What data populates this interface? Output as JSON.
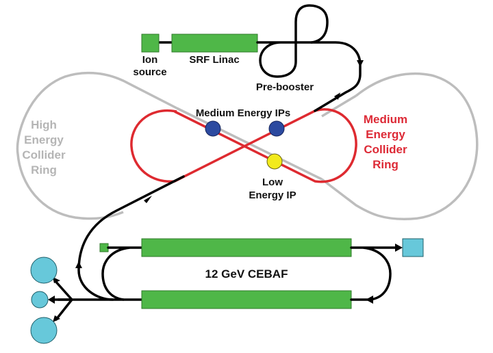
{
  "diagram": {
    "title": "Electron-Ion Collider layout with 12 GeV CEBAF",
    "labels": {
      "ion_source": [
        "Ion",
        "source"
      ],
      "srf_linac": "SRF Linac",
      "pre_booster": "Pre-booster",
      "medium_energy_ips": "Medium Energy IPs",
      "low_energy_ip": [
        "Low",
        "Energy IP"
      ],
      "high_energy_ring": [
        "High",
        "Energy",
        "Collider",
        "Ring"
      ],
      "medium_energy_ring": [
        "Medium",
        "Energy",
        "Collider",
        "Ring"
      ],
      "cebaf": "12 GeV CEBAF"
    },
    "colors": {
      "linac_green": "#4fb748",
      "medium_ring_red": "#de2a30",
      "high_ring_grey": "#bdbdbd",
      "ip_medium_blue": "#2c4aa0",
      "ip_low_yellow": "#f2ea1c",
      "dump_cyan": "#67c8da",
      "beam_line_black": "#000000"
    },
    "interaction_points": [
      {
        "name": "Medium Energy IP 1",
        "type": "medium",
        "color": "#2c4aa0"
      },
      {
        "name": "Medium Energy IP 2",
        "type": "medium",
        "color": "#2c4aa0"
      },
      {
        "name": "Low Energy IP",
        "type": "low",
        "color": "#f2ea1c"
      }
    ]
  }
}
